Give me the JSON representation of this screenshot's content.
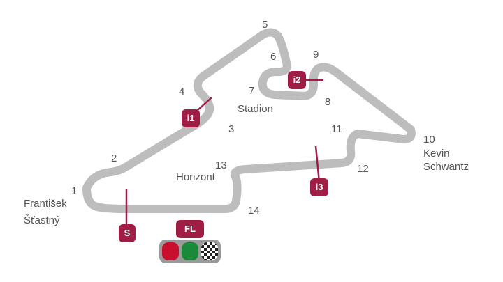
{
  "circuit": {
    "corners": [
      "1",
      "2",
      "3",
      "4",
      "5",
      "6",
      "7",
      "8",
      "9",
      "10",
      "11",
      "12",
      "13",
      "14"
    ],
    "corner_names": {
      "c1": [
        "František",
        "Šťastný"
      ],
      "c7": "Stadion",
      "c10": [
        "Kevin",
        "Schwantz"
      ],
      "c13": "Horizont"
    },
    "markers": {
      "start": "S",
      "i1": "i1",
      "i2": "i2",
      "i3": "i3",
      "finish_line": "FL"
    },
    "colors": {
      "track": "#bdbdbd",
      "marker": "#a01d45",
      "label": "#555555",
      "light_red": "#c8102e",
      "light_green": "#1a8a3a"
    },
    "icons": [
      "red-light-icon",
      "green-light-icon",
      "checkered-flag-icon"
    ]
  }
}
